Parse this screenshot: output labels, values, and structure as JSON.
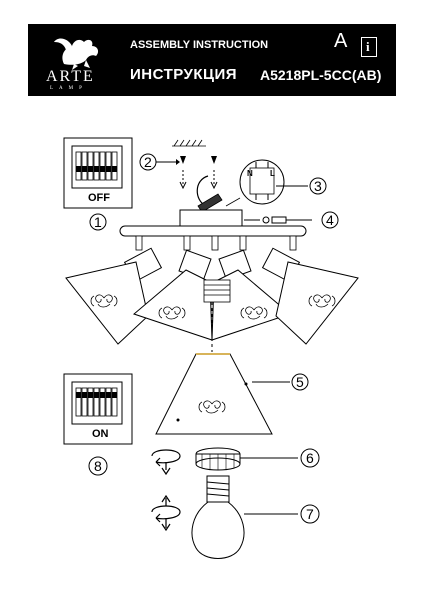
{
  "header": {
    "brand": "ARTE",
    "brand_sub": "LAMP",
    "title_en": "ASSEMBLY INSTRUCTION",
    "title_ru": "ИНСТРУКЦИЯ",
    "model": "A5218PL-5CC(AB)",
    "letter": "A",
    "info_icon": "i"
  },
  "diagram": {
    "switch_off": "OFF",
    "switch_on": "ON",
    "terminal_n": "N",
    "terminal_l": "L",
    "callouts": [
      "1",
      "2",
      "3",
      "4",
      "5",
      "6",
      "7",
      "8"
    ]
  }
}
